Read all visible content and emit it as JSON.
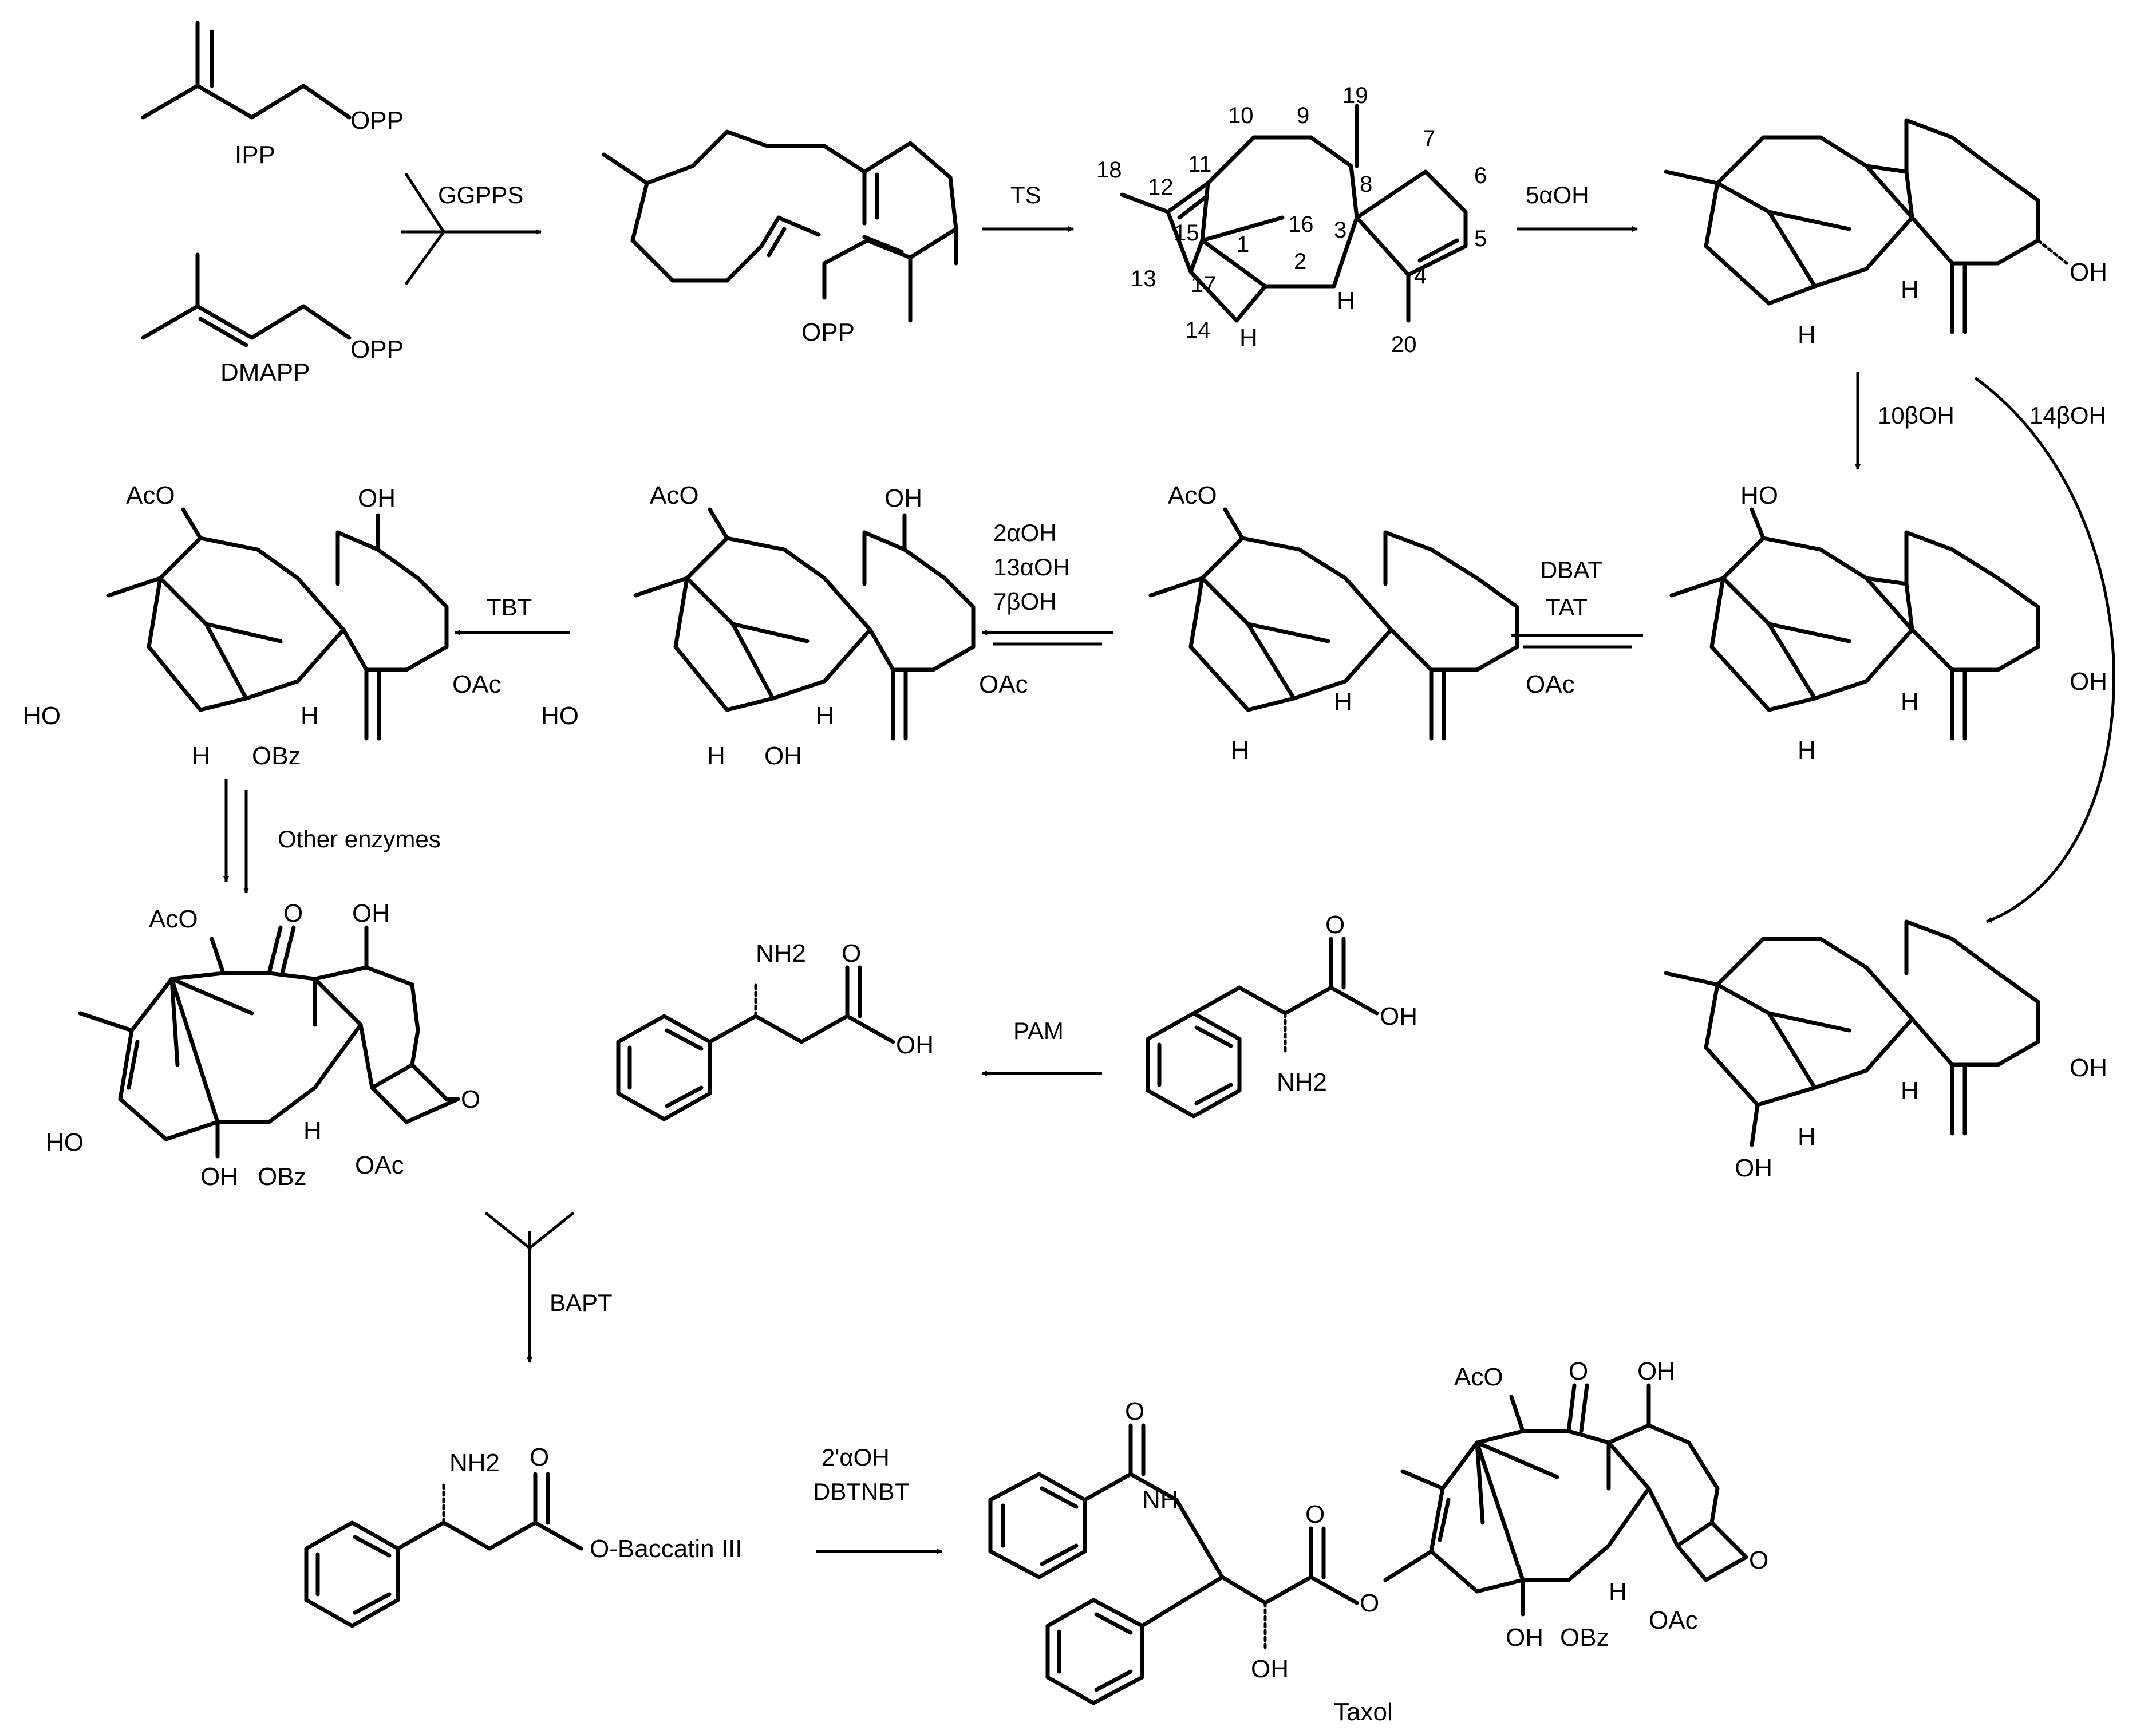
{
  "labels": {
    "ipp": "IPP",
    "dmapp": "DMAPP",
    "opp": "OPP",
    "o_opp": "O‑Baccatin III",
    "oac": "OAc",
    "aco": "AcO",
    "oh": "OH",
    "ho": "HO",
    "obz": "OBz",
    "h": "H",
    "o": "O",
    "nh": "NH",
    "nh2": "NH2",
    "taxol": "Taxol"
  },
  "enzymes": {
    "ggpps": "GGPPS",
    "ts": "TS",
    "h5": "5αOH",
    "h10": "10βOH",
    "h14": "14βOH",
    "dbat": "DBAT",
    "tat": "TAT",
    "multi_1": "2αOH",
    "multi_2": "13αOH",
    "multi_3": "7βOH",
    "tbt": "TBT",
    "other": "Other enzymes",
    "pam": "PAM",
    "bapt": "BAPT",
    "final_1": "2'αOH",
    "final_2": "DBTNBT"
  },
  "atom_numbers": [
    "1",
    "2",
    "3",
    "4",
    "5",
    "6",
    "7",
    "8",
    "9",
    "10",
    "11",
    "12",
    "13",
    "14",
    "15",
    "16",
    "17",
    "18",
    "19",
    "20"
  ]
}
